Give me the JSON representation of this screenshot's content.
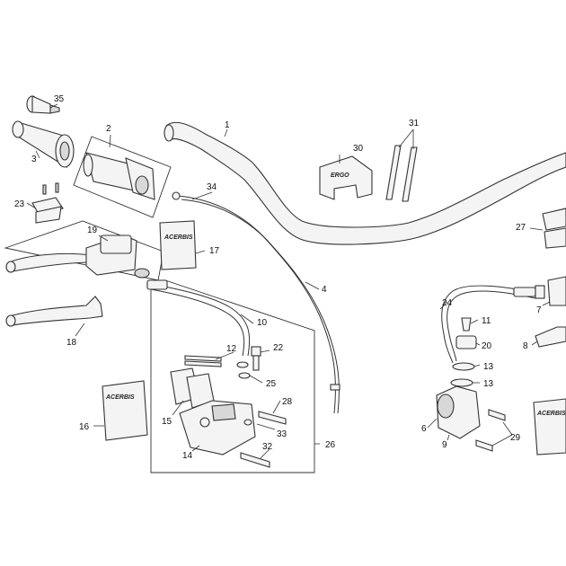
{
  "callouts": {
    "c1": "1",
    "c2": "2",
    "c3": "3",
    "c4": "4",
    "c6": "6",
    "c7": "7",
    "c8": "8",
    "c9": "9",
    "c10": "10",
    "c11": "11",
    "c12": "12",
    "c13a": "13",
    "c13b": "13",
    "c14": "14",
    "c15": "15",
    "c16": "16",
    "c17": "17",
    "c18": "18",
    "c19": "19",
    "c20": "20",
    "c22": "22",
    "c23": "23",
    "c24": "24",
    "c25": "25",
    "c26": "26",
    "c27": "27",
    "c28": "28",
    "c29": "29",
    "c30": "30",
    "c31": "31",
    "c32": "32",
    "c33": "33",
    "c34": "34",
    "c35": "35"
  },
  "brand_marks": {
    "clamp": "ERGO",
    "bag_17": "ACERBIS",
    "bag_16": "ACERBIS",
    "bag_right": "ACERBIS"
  },
  "colors": {
    "stroke": "#333333",
    "fill": "#f4f4f4",
    "background": "#ffffff"
  }
}
